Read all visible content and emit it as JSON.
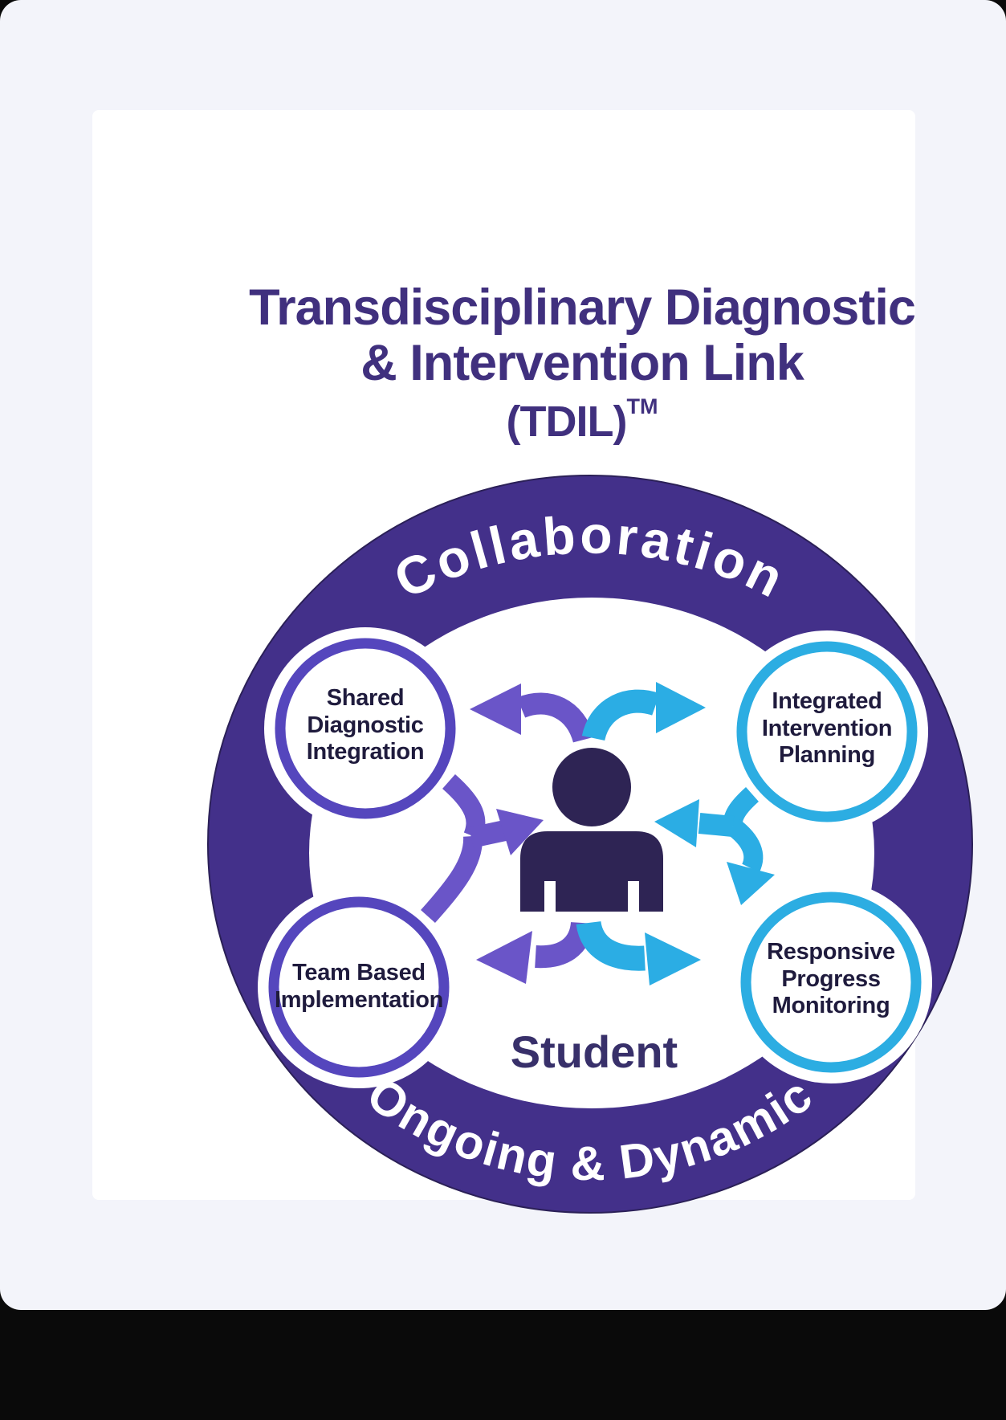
{
  "title": {
    "line1": "Transdisciplinary Diagnostic",
    "line2": "& Intervention Link",
    "acronym": "(TDIL)",
    "trademark": "TM"
  },
  "ring": {
    "top_label": "Collaboration",
    "bottom_label": "Ongoing & Dynamic"
  },
  "center": {
    "label": "Student",
    "icon": "person-icon"
  },
  "nodes": [
    {
      "id": "shared-diagnostic-integration",
      "lines": [
        "Shared",
        "Diagnostic",
        "Integration"
      ],
      "accent": "#5546bd",
      "position": "top-left"
    },
    {
      "id": "integrated-intervention-planning",
      "lines": [
        "Integrated",
        "Intervention",
        "Planning"
      ],
      "accent": "#2cade2",
      "position": "top-right"
    },
    {
      "id": "team-based-implementation",
      "lines": [
        "Team Based",
        "Implementation"
      ],
      "accent": "#5546bd",
      "position": "bottom-left"
    },
    {
      "id": "responsive-progress-monitoring",
      "lines": [
        "Responsive",
        "Progress",
        "Monitoring"
      ],
      "accent": "#2cade2",
      "position": "bottom-right"
    }
  ],
  "colors": {
    "background": "#f3f4fa",
    "card": "#ffffff",
    "ring": "#43308a",
    "ring_outline": "#2b2057",
    "ring_text": "#ffffff",
    "arrow_purple": "#6a55c8",
    "arrow_blue": "#2bade4",
    "person": "#2e2454",
    "title_text": "#40307e",
    "node_text": "#1f1b3d",
    "student_text": "#38306a"
  }
}
